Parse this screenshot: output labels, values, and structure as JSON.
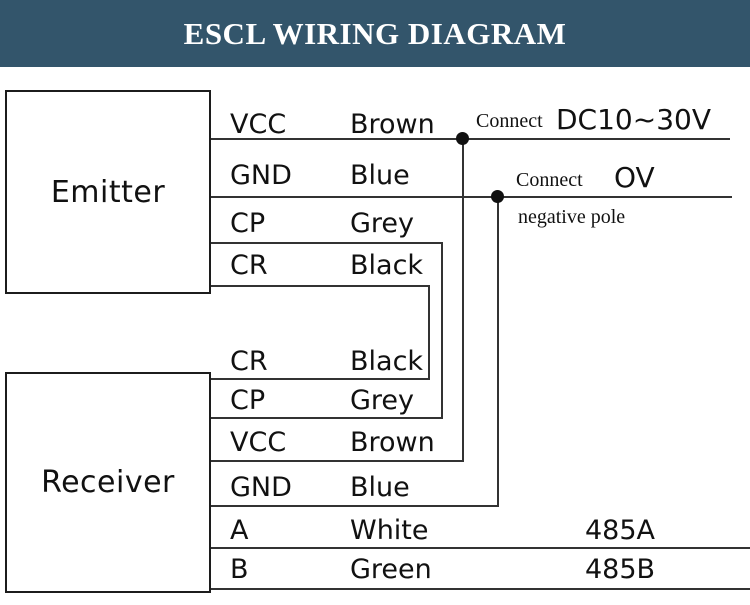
{
  "header": {
    "title": "ESCL WIRING DIAGRAM",
    "background_color": "#33556b",
    "text_color": "#ffffff"
  },
  "devices": {
    "emitter_label": "Emitter",
    "receiver_label": "Receiver"
  },
  "emitter_wires": [
    {
      "pin": "VCC",
      "color": "Brown"
    },
    {
      "pin": "GND",
      "color": "Blue"
    },
    {
      "pin": "CP",
      "color": "Grey"
    },
    {
      "pin": "CR",
      "color": "Black"
    }
  ],
  "receiver_wires": [
    {
      "pin": "CR",
      "color": "Black",
      "bus": ""
    },
    {
      "pin": "CP",
      "color": "Grey",
      "bus": ""
    },
    {
      "pin": "VCC",
      "color": "Brown",
      "bus": ""
    },
    {
      "pin": "GND",
      "color": "Blue",
      "bus": ""
    },
    {
      "pin": "A",
      "color": "White",
      "bus": "485A"
    },
    {
      "pin": "B",
      "color": "Green",
      "bus": "485B"
    }
  ],
  "annotations": {
    "connect_power_prefix": "Connect",
    "power_value": "DC10~30V",
    "connect_ground_prefix": "Connect",
    "ground_value": "OV",
    "ground_note": "negative pole"
  },
  "wire_color": "#333333",
  "junction_color": "#111111"
}
